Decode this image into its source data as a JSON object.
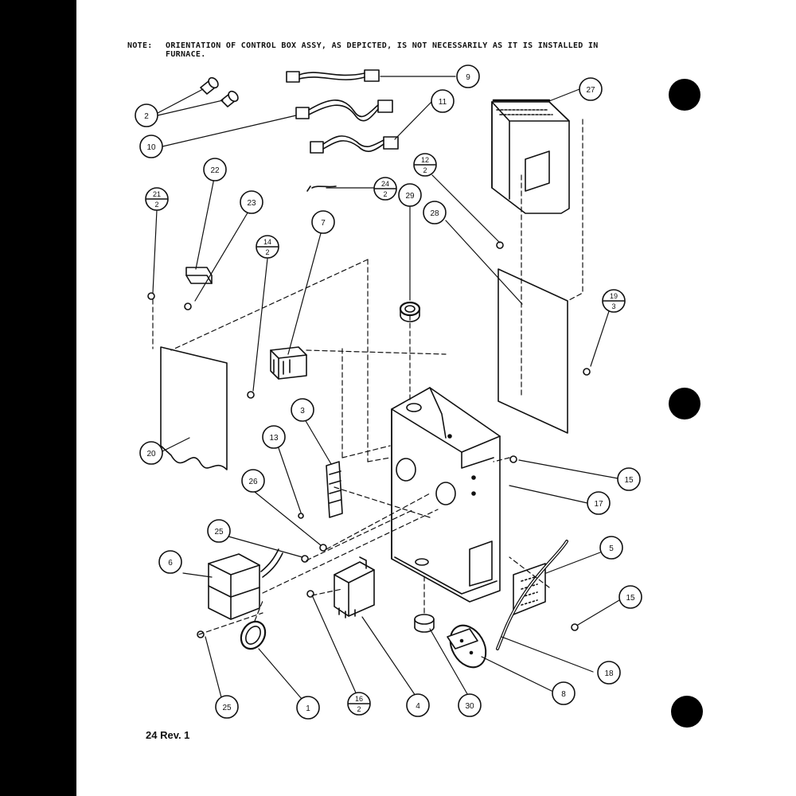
{
  "page": {
    "note_label": "NOTE:",
    "note_line1": "ORIENTATION OF CONTROL BOX ASSY, AS DEPICTED, IS NOT NECESSARILY AS IT IS INSTALLED IN",
    "note_line2": "FURNACE.",
    "revision": "24 Rev. 1"
  },
  "callouts": [
    {
      "id": "c2",
      "label": "2"
    },
    {
      "id": "c9",
      "label": "9"
    },
    {
      "id": "c10",
      "label": "10"
    },
    {
      "id": "c11",
      "label": "11"
    },
    {
      "id": "c27",
      "label": "27"
    },
    {
      "id": "c22",
      "label": "22"
    },
    {
      "id": "c23",
      "label": "23"
    },
    {
      "id": "c7",
      "label": "7"
    },
    {
      "id": "c29",
      "label": "29"
    },
    {
      "id": "c28",
      "label": "28"
    },
    {
      "id": "c3",
      "label": "3"
    },
    {
      "id": "c13",
      "label": "13"
    },
    {
      "id": "c26",
      "label": "26"
    },
    {
      "id": "c20",
      "label": "20"
    },
    {
      "id": "c6",
      "label": "6"
    },
    {
      "id": "c25a",
      "label": "25"
    },
    {
      "id": "c15a",
      "label": "15"
    },
    {
      "id": "c17",
      "label": "17"
    },
    {
      "id": "c5",
      "label": "5"
    },
    {
      "id": "c15b",
      "label": "15"
    },
    {
      "id": "c18",
      "label": "18"
    },
    {
      "id": "c8",
      "label": "8"
    },
    {
      "id": "c25b",
      "label": "25"
    },
    {
      "id": "c1",
      "label": "1"
    },
    {
      "id": "c4",
      "label": "4"
    },
    {
      "id": "c30",
      "label": "30"
    }
  ],
  "fraction_callouts": [
    {
      "id": "f12",
      "num": "12",
      "den": "2"
    },
    {
      "id": "f24",
      "num": "24",
      "den": "2"
    },
    {
      "id": "f21",
      "num": "21",
      "den": "2"
    },
    {
      "id": "f14",
      "num": "14",
      "den": "2"
    },
    {
      "id": "f19",
      "num": "19",
      "den": "3"
    },
    {
      "id": "f16",
      "num": "16",
      "den": "2"
    }
  ]
}
